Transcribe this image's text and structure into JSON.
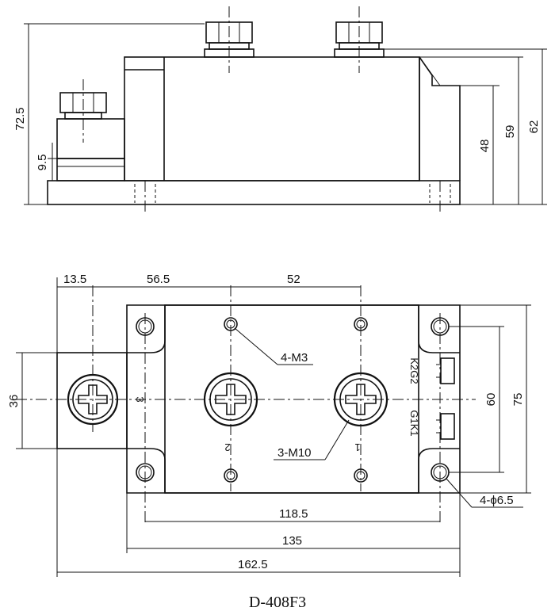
{
  "side_view": {
    "dims": {
      "overall_height": "72.5",
      "stud_height": "9.5",
      "h48": "48",
      "h59": "59",
      "h62": "62"
    }
  },
  "top_view": {
    "dims": {
      "d13_5": "13.5",
      "d56_5": "56.5",
      "d52": "52",
      "d36": "36",
      "d60": "60",
      "d75": "75",
      "d118_5": "118.5",
      "d135": "135",
      "d162_5": "162.5"
    },
    "callouts": {
      "m3": "4-M3",
      "m10": "3-M10",
      "hole": "4-ϕ6.5"
    },
    "terminal_labels": {
      "t3": "3",
      "t2": "2",
      "t1": "1",
      "k2g2": "K2G2",
      "g1k1": "G1K1"
    }
  },
  "caption": "D-408F3"
}
